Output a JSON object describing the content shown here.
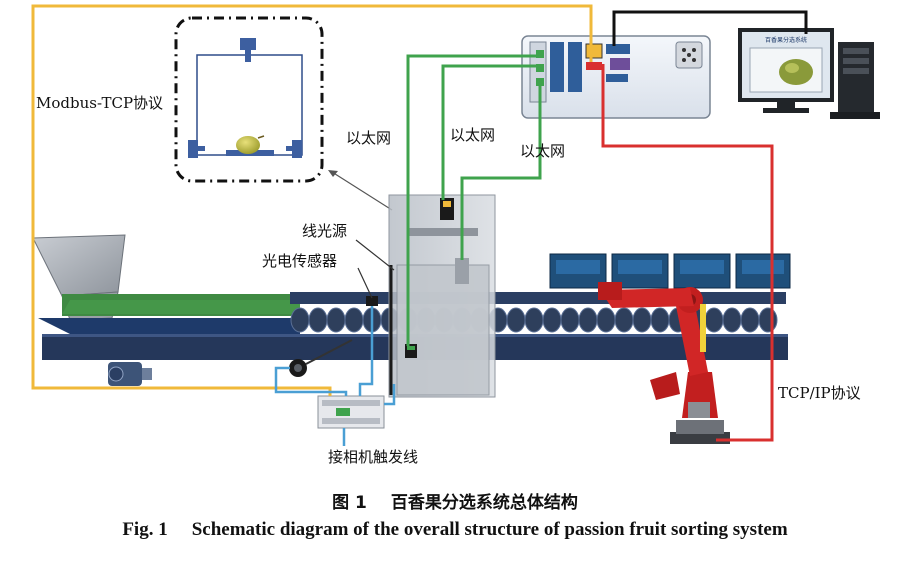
{
  "labels": {
    "modbus": "Modbus-TCP协议",
    "ethernet_1": "以太网",
    "ethernet_2": "以太网",
    "ethernet_3": "以太网",
    "line_light": "线光源",
    "photo_sensor": "光电传感器",
    "camera_trigger": "接相机触发线",
    "tcpip": "TCP/IP协议"
  },
  "caption": {
    "zh_number": "图 1",
    "zh_text": "百香果分选系统总体结构",
    "en_number": "Fig.  1",
    "en_text": "Schematic diagram of the overall structure of passion fruit sorting system"
  },
  "monitor_screen_text": "百香果分选系统",
  "colors": {
    "modbus_line": "#f0b93a",
    "ethernet_line": "#3fa34d",
    "tcpip_line": "#d9302f",
    "trigger_line": "#4a9fd4",
    "black_line": "#111111",
    "conveyor": "#2b3f63",
    "green_belt": "#3f8a43",
    "robot": "#c21f1f",
    "box_blue": "#1f4f7a"
  }
}
